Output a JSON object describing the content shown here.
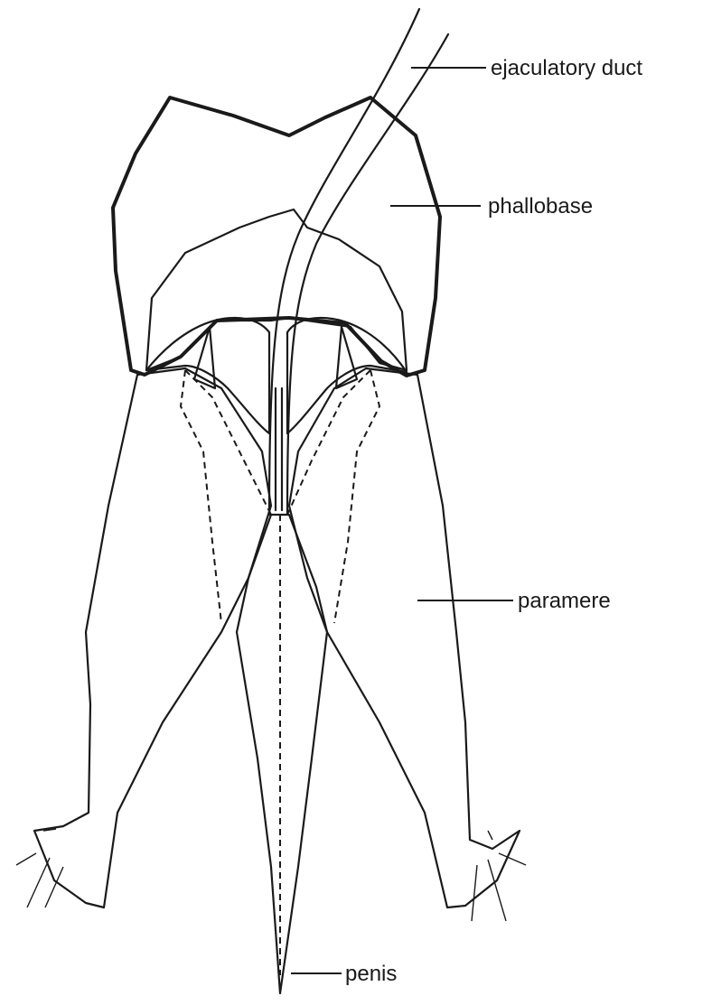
{
  "labels": {
    "ejaculatory_duct": "ejaculatory duct",
    "phallobase": "phallobase",
    "paramere": "paramere",
    "penis": "penis"
  },
  "colors": {
    "line": "#1a1a1a",
    "stipple": "#1a1a1a",
    "background": "#ffffff"
  }
}
